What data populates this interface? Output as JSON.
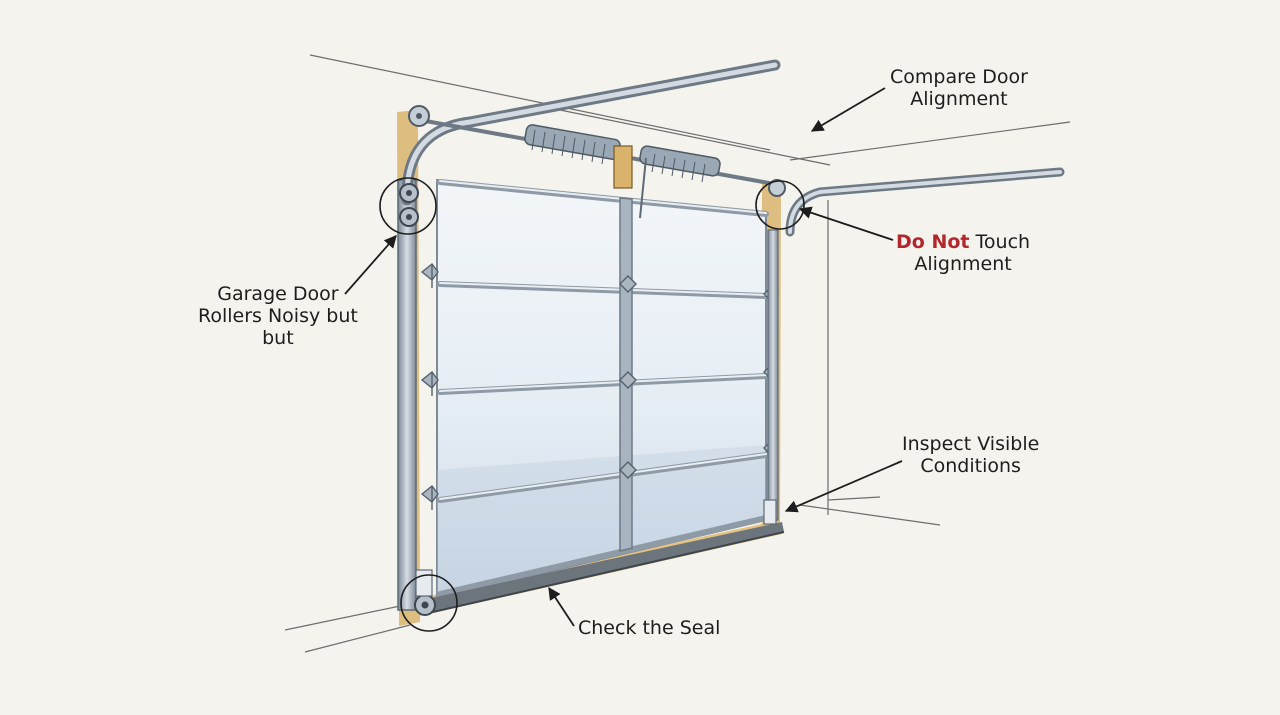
{
  "labels": {
    "compare_door_alignment": {
      "line1": "Compare Door",
      "line2": "Alignment"
    },
    "do_not_touch_alignment": {
      "warning": "Do Not",
      "line1_rest": " Touch",
      "line2": "Alignment"
    },
    "garage_door_rollers": {
      "line1": "Garage Door",
      "line2": "Rollers Noisy but",
      "line3": "but"
    },
    "inspect_visible_conditions": {
      "line1": "Inspect Visible",
      "line2": "Conditions"
    },
    "check_the_seal": {
      "line1": "Check the Seal"
    }
  },
  "colors": {
    "background": "#f4f3ee",
    "metal": "#9aa7b4",
    "metal_dark": "#5f6b77",
    "wood": "#d9b36c",
    "glass": "#dfe8f1",
    "warning_text": "#b3262b",
    "ink": "#1d1d1d"
  }
}
